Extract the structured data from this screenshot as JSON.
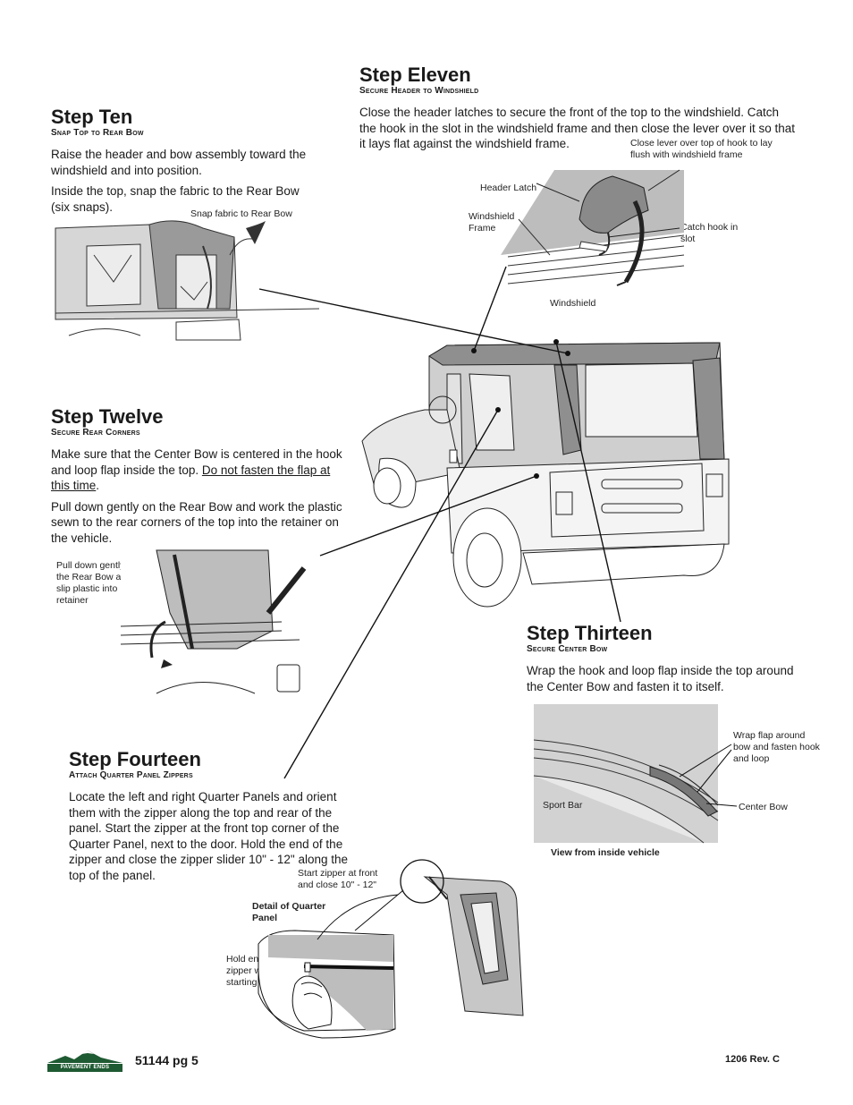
{
  "step_ten": {
    "title": "Step Ten",
    "subtitle": "Snap Top to Rear Bow",
    "paragraphs": [
      "Raise the header and bow assembly toward the windshield and into position.",
      "Inside the top, snap the fabric to the Rear Bow (six snaps)."
    ],
    "caption": "Snap fabric to Rear Bow"
  },
  "step_eleven": {
    "title": "Step Eleven",
    "subtitle": "Secure Header to Windshield",
    "paragraph": "Close the header latches to secure the front of the top to the windshield. Catch the hook in the slot in the windshield frame and then close the lever over it so that it lays flat against the windshield frame.",
    "captions": {
      "close_lever": "Close lever over top of hook to lay flush with windshield frame",
      "header_latch": "Header Latch",
      "windshield_frame": "Windshield Frame",
      "catch_hook": "Catch hook in slot",
      "windshield": "Windshield"
    }
  },
  "step_twelve": {
    "title": "Step Twelve",
    "subtitle": "Secure Rear Corners",
    "paragraph1_start": "Make sure that the Center Bow is centered in the hook and loop flap inside the top. ",
    "paragraph1_underline": "Do not fasten the flap at this time",
    "paragraph1_end": ".",
    "paragraph2": "Pull down gently on the Rear Bow and work the plastic sewn to the rear corners of the top into the retainer on the vehicle.",
    "caption": "Pull down gently on the Rear Bow and slip plastic into retainer"
  },
  "step_thirteen": {
    "title": "Step Thirteen",
    "subtitle": "Secure Center Bow",
    "paragraph": " Wrap the hook and loop flap inside the top around the Center Bow and fasten it to itself.",
    "captions": {
      "wrap_flap": "Wrap flap around bow and fasten hook and loop",
      "sport_bar": "Sport Bar",
      "center_bow": "Center Bow",
      "view": "View from inside vehicle"
    }
  },
  "step_fourteen": {
    "title": "Step Fourteen",
    "subtitle": "Attach Quarter Panel Zippers",
    "paragraph": "Locate the left and right Quarter Panels and orient them with the zipper along the top and rear of the panel. Start the zipper at the front top corner of the Quarter Panel, next to the door. Hold the end of the zipper and close the zipper slider 10\" - 12\" along the top of the panel.",
    "captions": {
      "start_zipper": "Start zipper at front and close 10\" - 12\"",
      "detail": "Detail of Quarter Panel",
      "hold_end": "Hold end of zipper while starting slider"
    }
  },
  "footer": {
    "logo_text": "PAVEMENT ENDS",
    "page": "51144  pg 5",
    "revision": "1206  Rev.  C"
  },
  "colors": {
    "logo_green": "#1e5a32",
    "top_gray": "#9a9a9a",
    "text": "#1a1a1a"
  }
}
